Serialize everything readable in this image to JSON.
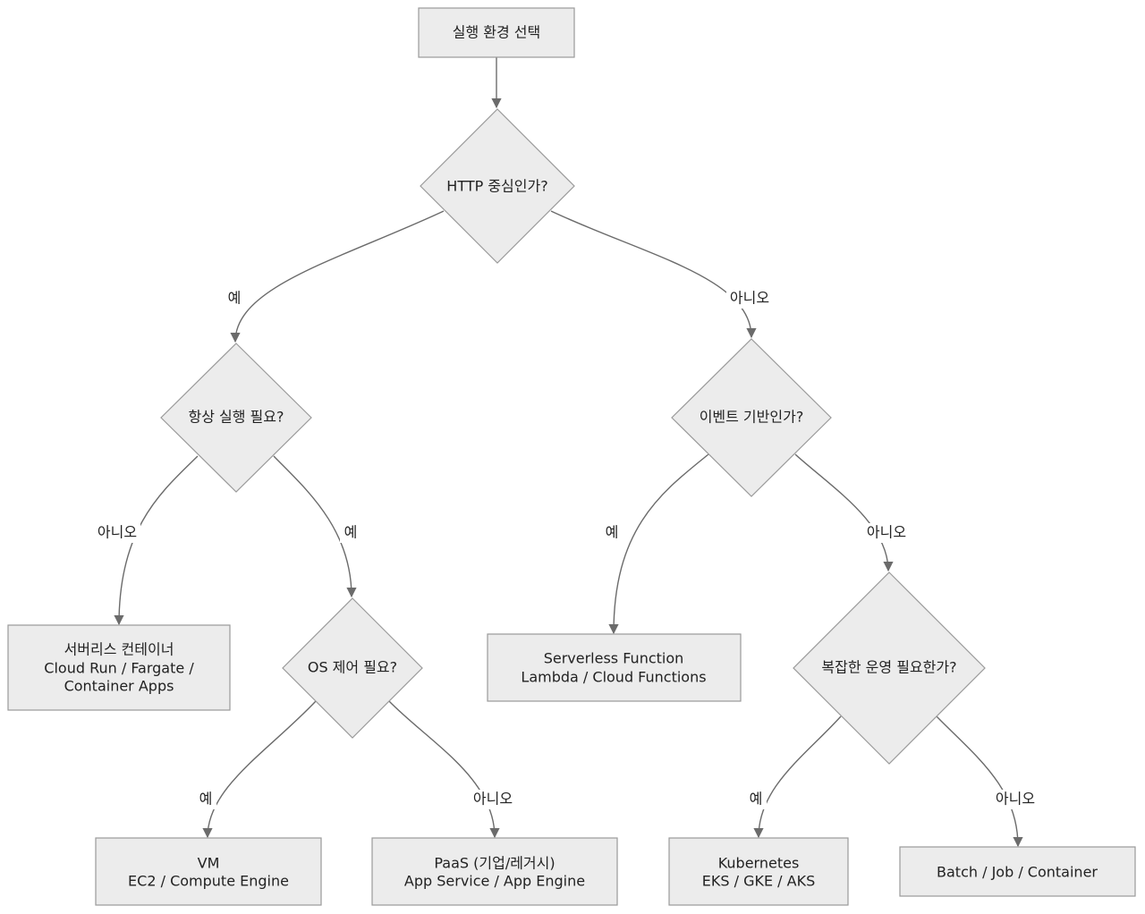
{
  "nodes": {
    "start": {
      "lines": [
        "실행 환경 선택"
      ]
    },
    "q_http": {
      "lines": [
        "HTTP 중심인가?"
      ]
    },
    "q_always": {
      "lines": [
        "항상 실행 필요?"
      ]
    },
    "q_event": {
      "lines": [
        "이벤트 기반인가?"
      ]
    },
    "serverless_container": {
      "lines": [
        "서버리스 컨테이너",
        "Cloud Run / Fargate /",
        "Container Apps"
      ]
    },
    "q_os": {
      "lines": [
        "OS 제어 필요?"
      ]
    },
    "serverless_function": {
      "lines": [
        "Serverless Function",
        "Lambda / Cloud Functions"
      ]
    },
    "q_complex": {
      "lines": [
        "복잡한 운영 필요한가?"
      ]
    },
    "vm": {
      "lines": [
        "VM",
        "EC2 / Compute Engine"
      ]
    },
    "paas": {
      "lines": [
        "PaaS (기업/레거시)",
        "App Service / App Engine"
      ]
    },
    "kubernetes": {
      "lines": [
        "Kubernetes",
        "EKS / GKE / AKS"
      ]
    },
    "batch": {
      "lines": [
        "Batch / Job / Container"
      ]
    }
  },
  "edges": {
    "http_yes": "예",
    "http_no": "아니오",
    "always_no": "아니오",
    "always_yes": "예",
    "event_yes": "예",
    "event_no": "아니오",
    "os_yes": "예",
    "os_no": "아니오",
    "complex_yes": "예",
    "complex_no": "아니오"
  },
  "colors": {
    "node_fill": "#ececec",
    "node_stroke": "#9a9a9a",
    "edge": "#6b6b6b",
    "text": "#222222"
  }
}
